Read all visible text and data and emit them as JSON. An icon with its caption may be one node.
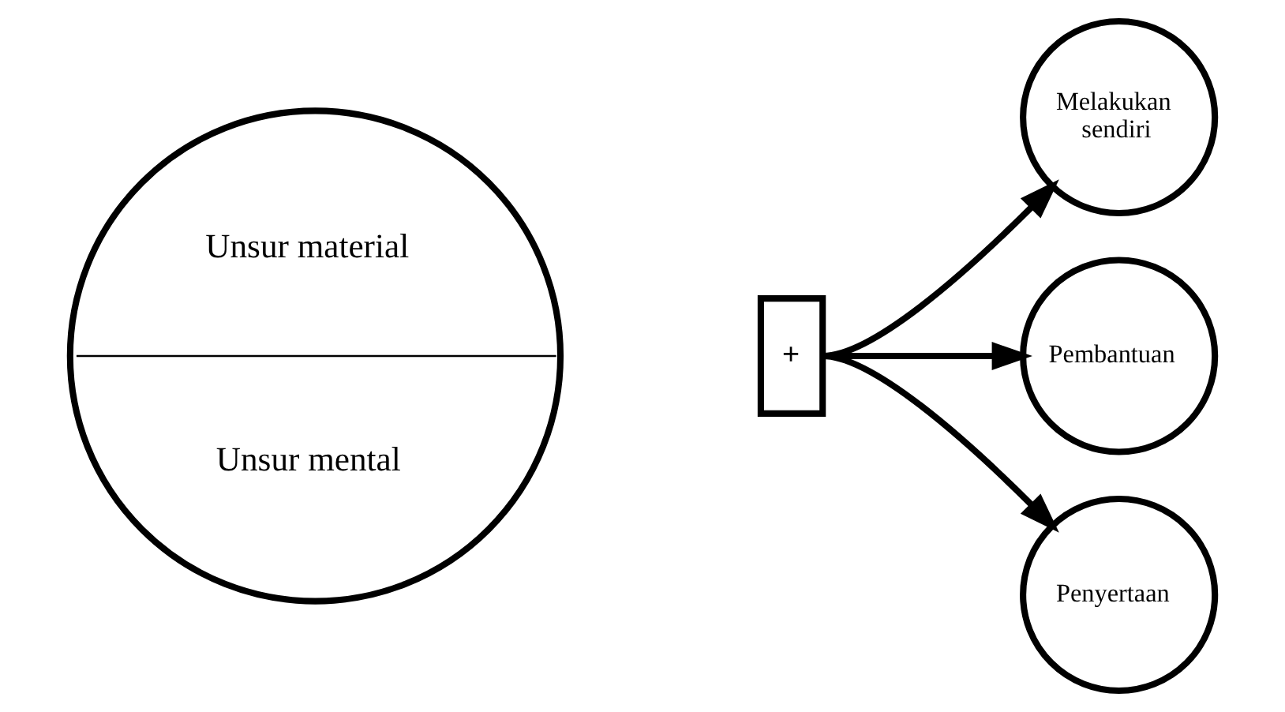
{
  "diagram": {
    "nodes": [
      {
        "text": [
          "Unsur material",
          "Unsur mental"
        ]
      },
      {
        "text": [
          "+"
        ]
      },
      {
        "text": [
          "Melakukan sendiri"
        ]
      },
      {
        "text": [
          "Pembantuan"
        ]
      },
      {
        "text": [
          "Penyertaan"
        ]
      }
    ],
    "edges": [
      {
        "from": 1,
        "to": 2,
        "arrow": "to"
      },
      {
        "from": 1,
        "to": 3,
        "arrow": "to"
      },
      {
        "from": 1,
        "to": 4,
        "arrow": "to"
      }
    ]
  }
}
